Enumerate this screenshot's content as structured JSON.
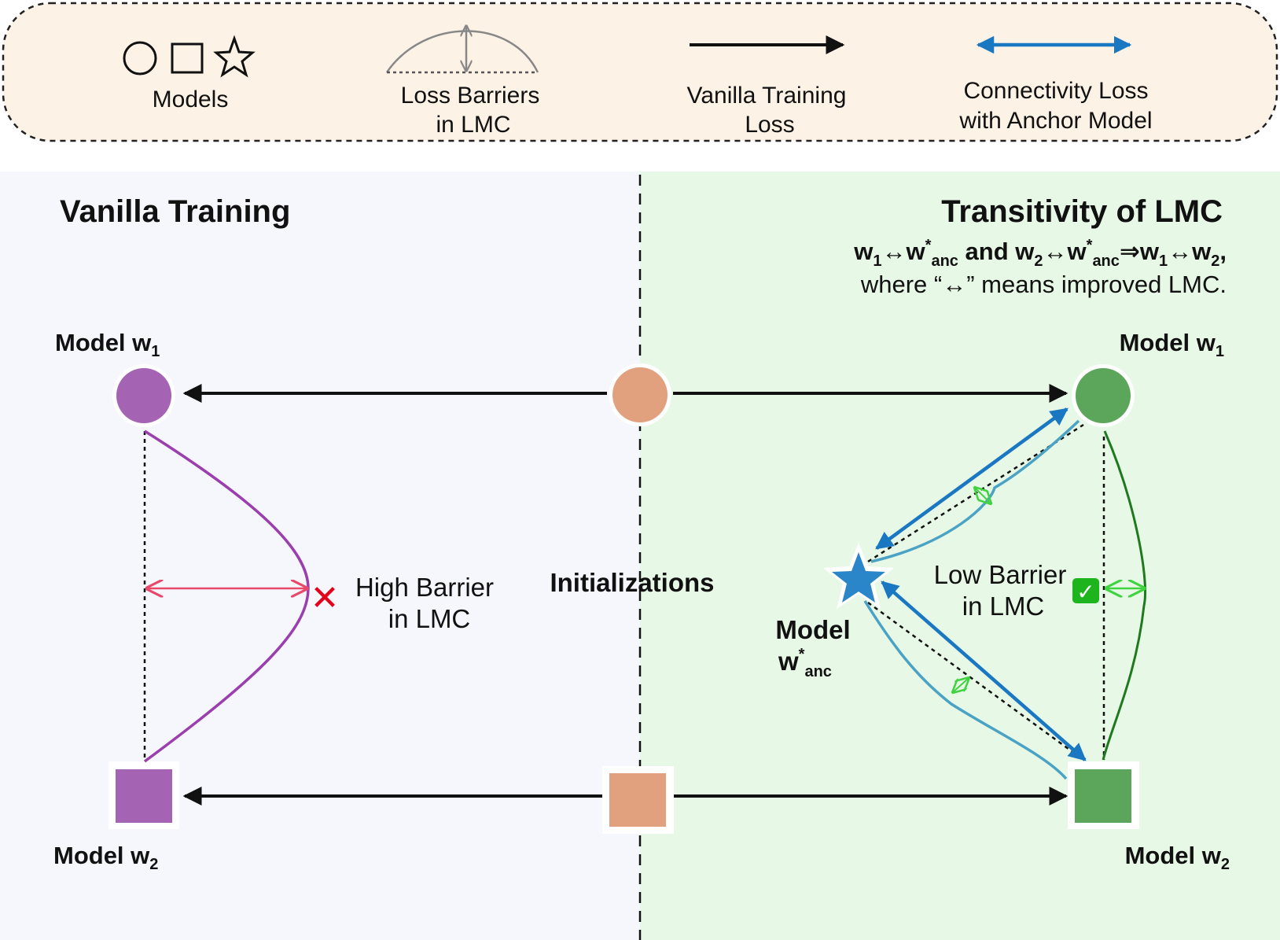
{
  "legend": {
    "models": "Models",
    "loss_barriers_line1": "Loss Barriers",
    "loss_barriers_line2": "in LMC",
    "vanilla_loss_line1": "Vanilla Training",
    "vanilla_loss_line2": "Loss",
    "connectivity_line1": "Connectivity Loss",
    "connectivity_line2": "with Anchor Model"
  },
  "left": {
    "title": "Vanilla Training",
    "model_w1": "Model w",
    "model_w2": "Model w",
    "barrier_line1": "High Barrier",
    "barrier_line2": "in LMC",
    "barrier_mark": "✕"
  },
  "center": {
    "label": "Initializations"
  },
  "right": {
    "title": "Transitivity of LMC",
    "eq_w1": "w",
    "eq_arrow1": "↔w",
    "eq_anc1": "anc",
    "eq_and": " and w",
    "eq_arrow2": "↔w",
    "eq_anc2": "anc",
    "eq_implies": "⇒w",
    "eq_arrow3": "↔w",
    "eq_comma": ",",
    "where_line": "where “↔” means improved LMC.",
    "star": "*",
    "sub1": "1",
    "sub2": "2",
    "model_w1": "Model w",
    "model_w2": "Model w",
    "anchor_line1": "Model",
    "anchor_line2": "w",
    "anchor_sub": "anc",
    "barrier_line1": "Low Barrier",
    "barrier_line2": "in LMC",
    "check": "✓"
  },
  "colors": {
    "left_bg": "#f6f6fd",
    "right_bg": "#e8f8e6",
    "legend_bg": "#fdf2e6",
    "purple": "#a463b3",
    "purple_curve": "#9a3fad",
    "orange": "#e1a07e",
    "green": "#5ca65c",
    "blue": "#1a78c2",
    "teal": "#4aa3c4",
    "red": "#e8486a",
    "bright_green": "#3fd33f"
  }
}
